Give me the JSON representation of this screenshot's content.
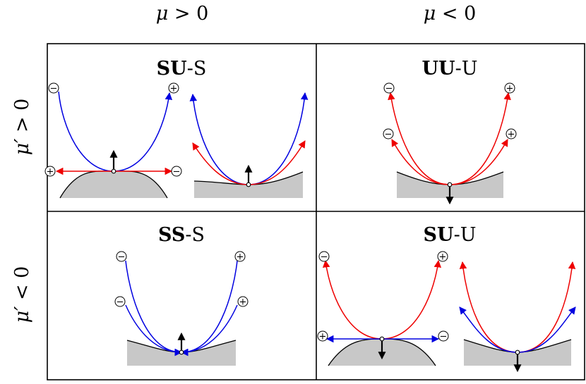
{
  "column_headers": [
    {
      "var": "μ",
      "rel": " > 0"
    },
    {
      "var": "μ",
      "rel": " < 0"
    }
  ],
  "row_headers": [
    {
      "var": "μ′",
      "rel": " > 0"
    },
    {
      "var": "μ′",
      "rel": " < 0"
    }
  ],
  "panels": [
    {
      "bold": "SU",
      "rest": "-S"
    },
    {
      "bold": "UU",
      "rest": "-U"
    },
    {
      "bold": "SS",
      "rest": "-S"
    },
    {
      "bold": "SU",
      "rest": "-U"
    }
  ],
  "signs": {
    "plus": "+",
    "minus": "−"
  },
  "colors": {
    "stable": "#0000e0",
    "unstable": "#ee0000",
    "obstacle": "#c8c8c8",
    "frame": "#000000"
  }
}
